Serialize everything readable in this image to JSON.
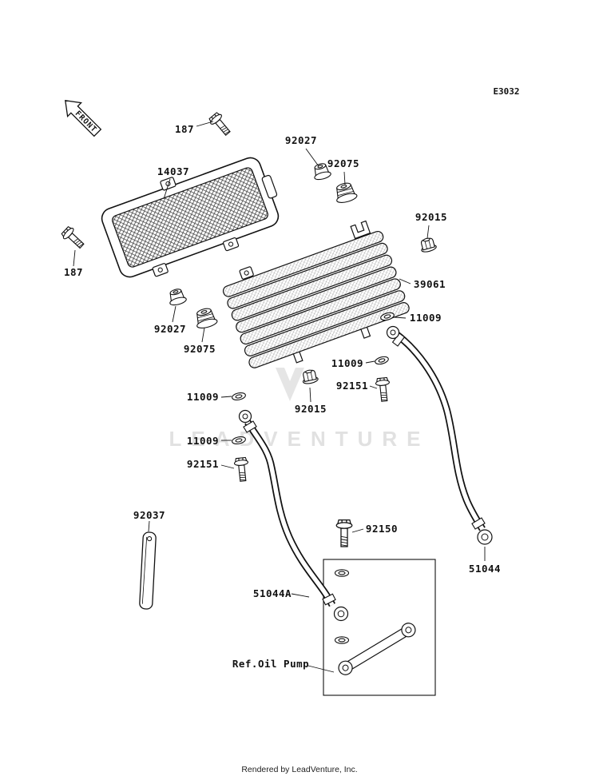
{
  "page": {
    "diagram_code": "E3032",
    "front_arrow": "FRONT",
    "watermark": "LEADVENTURE",
    "footer": "Rendered by LeadVenture, Inc."
  },
  "parts": {
    "p187": "187",
    "p14037": "14037",
    "p92027": "92027",
    "p92075": "92075",
    "p92015": "92015",
    "p39061": "39061",
    "p11009": "11009",
    "p92151": "92151",
    "p92037": "92037",
    "p92150": "92150",
    "p51044": "51044",
    "p51044a": "51044A",
    "ref_oil_pump": "Ref.Oil Pump"
  }
}
